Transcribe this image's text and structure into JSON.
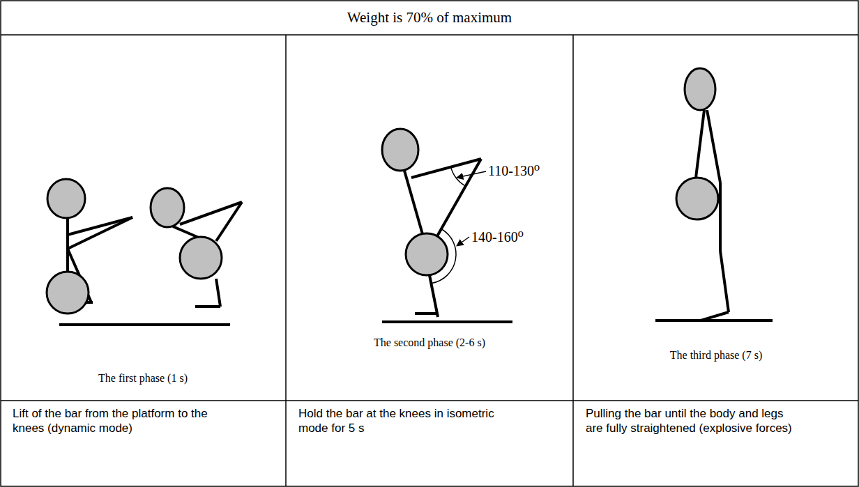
{
  "diagram": {
    "title": "Weight is 70% of maximum",
    "labels": [
      "The first phase (1 s)",
      "110-130⁰",
      "140-160⁰",
      "The second phase (2-6 s)",
      "The third phase (7 s)",
      "Lift of the bar from the platform to the knees (dynamic mode)",
      "Hold the bar at the knees in isometric mode for 5 s",
      "Pulling the bar until the body and legs are fully straightened (explosive forces)"
    ]
  }
}
